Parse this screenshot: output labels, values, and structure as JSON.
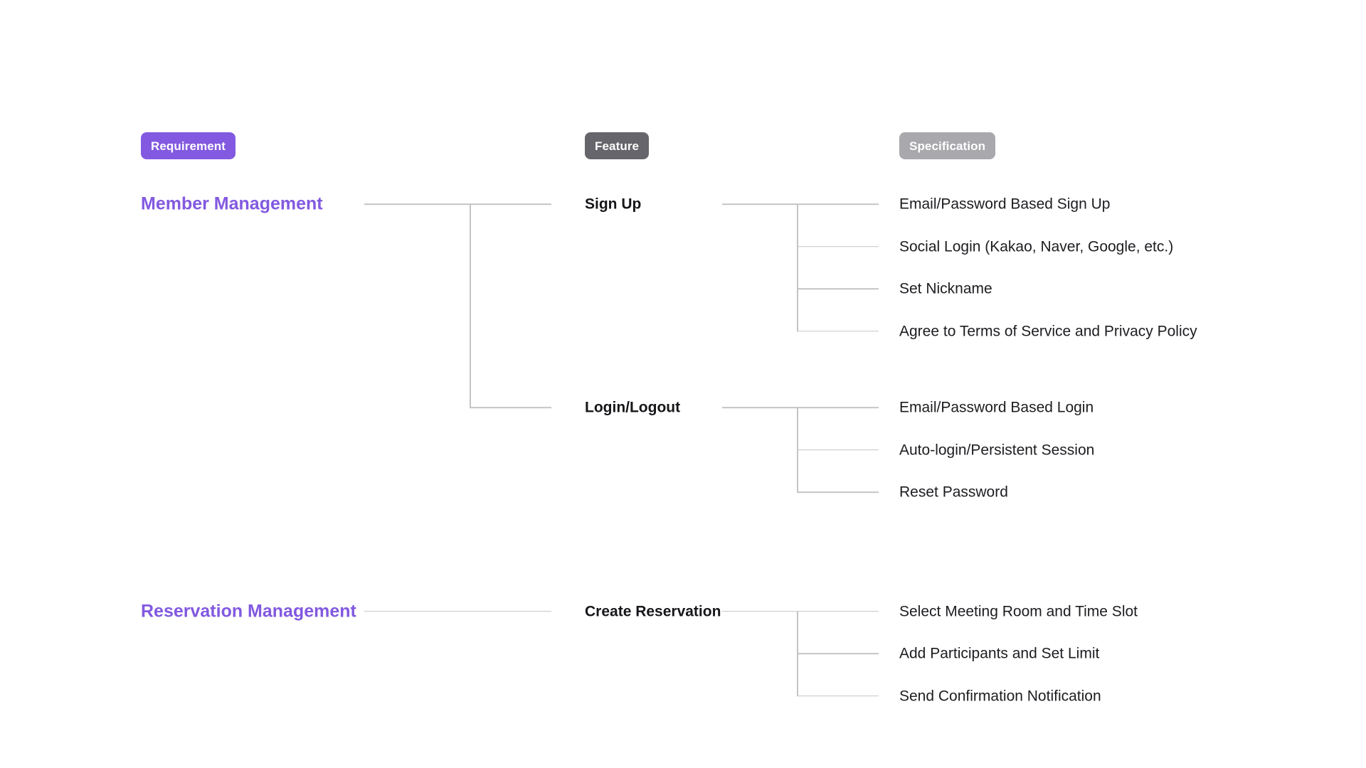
{
  "diagram": {
    "title": "Requirement / Feature / Specification Breakdown Tree",
    "type": "tree-breakdown",
    "background_color": "#ffffff",
    "line_color": "#C4C4C8",
    "columns": [
      {
        "id": "requirement",
        "label": "Requirement",
        "badge_color": "#8259E0",
        "text_color": "#ffffff"
      },
      {
        "id": "feature",
        "label": "Feature",
        "badge_color": "#65656B",
        "text_color": "#ffffff"
      },
      {
        "id": "specification",
        "label": "Specification",
        "badge_color": "#A8A8AD",
        "text_color": "#ffffff"
      }
    ],
    "requirements": [
      {
        "label": "Member Management",
        "color": "#8259E0",
        "features": [
          {
            "label": "Sign Up",
            "specifications": [
              "Email/Password Based Sign Up",
              "Social Login (Kakao, Naver, Google, etc.)",
              "Set Nickname",
              "Agree to Terms of Service and Privacy Policy"
            ]
          },
          {
            "label": "Login/Logout",
            "specifications": [
              "Email/Password Based Login",
              "Auto-login/Persistent Session",
              "Reset Password"
            ]
          }
        ]
      },
      {
        "label": "Reservation Management",
        "color": "#8259E0",
        "features": [
          {
            "label": "Create Reservation",
            "specifications": [
              "Select Meeting Room and Time Slot",
              "Add Participants and Set Limit",
              "Send Confirmation Notification"
            ]
          }
        ]
      }
    ]
  }
}
